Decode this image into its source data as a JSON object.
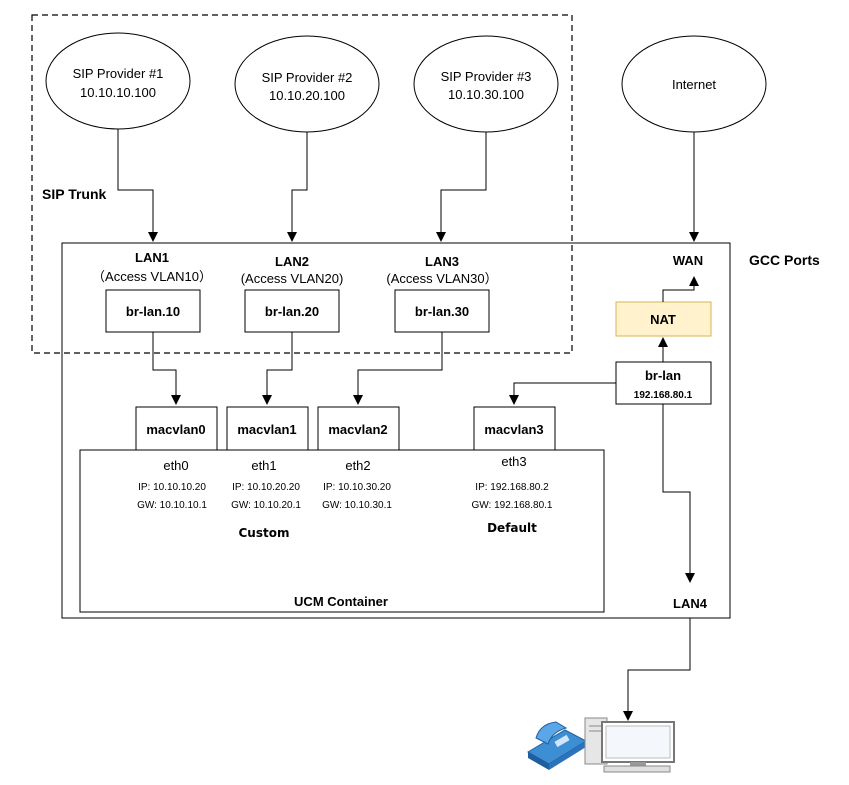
{
  "providers": [
    {
      "name": "SIP Provider #1",
      "ip": "10.10.10.100"
    },
    {
      "name": "SIP Provider #2",
      "ip": "10.10.20.100"
    },
    {
      "name": "SIP Provider #3",
      "ip": "10.10.30.100"
    }
  ],
  "internet": {
    "label": "Internet"
  },
  "sip_trunk": {
    "label": "SIP Trunk"
  },
  "gcc": {
    "label": "GCC Ports"
  },
  "lans": [
    {
      "name": "LAN1",
      "vlan": "（Access VLAN10）",
      "bridge": "br-lan.10"
    },
    {
      "name": "LAN2",
      "vlan": "(Access VLAN20)",
      "bridge": "br-lan.20"
    },
    {
      "name": "LAN3",
      "vlan": "(Access VLAN30）",
      "bridge": "br-lan.30"
    }
  ],
  "wan": {
    "label": "WAN"
  },
  "nat": {
    "label": "NAT",
    "color": "#fff2cc",
    "border": "#d6b656"
  },
  "br_lan": {
    "name": "br-lan",
    "ip": "192.168.80.1"
  },
  "macvlans": [
    "macvlan0",
    "macvlan1",
    "macvlan2",
    "macvlan3"
  ],
  "eths": [
    {
      "name": "eth0",
      "ip": "IP: 10.10.10.20",
      "gw": "GW: 10.10.10.1"
    },
    {
      "name": "eth1",
      "ip": "IP: 10.10.20.20",
      "gw": "GW: 10.10.20.1"
    },
    {
      "name": "eth2",
      "ip": "IP: 10.10.30.20",
      "gw": "GW: 10.10.30.1"
    },
    {
      "name": "eth3",
      "ip": "IP: 192.168.80.2",
      "gw": "GW: 192.168.80.1"
    }
  ],
  "group_custom": {
    "label": "Custom"
  },
  "group_default": {
    "label": "Default"
  },
  "container": {
    "label": "UCM Container"
  },
  "lan4": {
    "label": "LAN4"
  },
  "icons": {
    "phone": "ip-phone-icon",
    "computer": "computer-icon"
  },
  "colors": {
    "phone_blue": "#3d8fd4",
    "phone_dark": "#1f5fa0"
  }
}
